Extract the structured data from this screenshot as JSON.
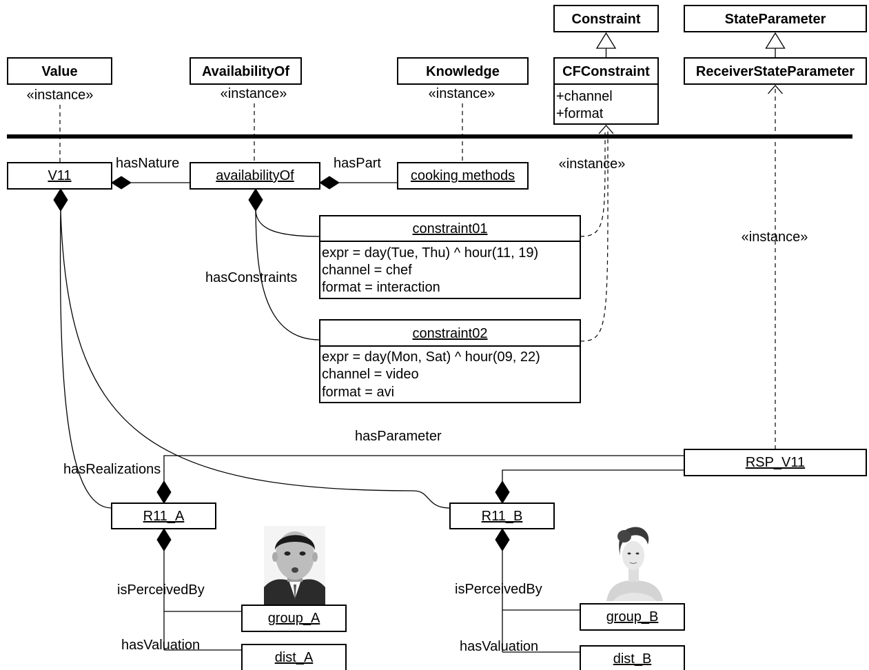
{
  "classes": {
    "value": "Value",
    "availability_of": "AvailabilityOf",
    "knowledge": "Knowledge",
    "constraint": "Constraint",
    "cf_constraint": "CFConstraint",
    "cf_attr_channel": "+channel",
    "cf_attr_format": "+format",
    "state_parameter": "StateParameter",
    "receiver_state_parameter": "ReceiverStateParameter"
  },
  "instances": {
    "v11": "V11",
    "availability_of": "availabilityOf",
    "cooking_methods": "cooking methods",
    "constraint01": {
      "name": "constraint01",
      "expr": "expr = day(Tue, Thu) ^ hour(11, 19)",
      "channel": "channel = chef",
      "format": "format = interaction"
    },
    "constraint02": {
      "name": "constraint02",
      "expr": "expr = day(Mon, Sat) ^ hour(09, 22)",
      "channel": "channel = video",
      "format": "format = avi"
    },
    "rsp_v11": "RSP_V11",
    "r11_a": "R11_A",
    "r11_b": "R11_B",
    "group_a": "group_A",
    "group_b": "group_B",
    "dist_a": "dist_A",
    "dist_b": "dist_B"
  },
  "labels": {
    "instance": "«instance»",
    "has_nature": "hasNature",
    "has_part": "hasPart",
    "has_constraints": "hasConstraints",
    "has_parameter": "hasParameter",
    "has_realizations": "hasRealizations",
    "is_perceived_by": "isPerceivedBy",
    "has_valuation": "hasValuation"
  },
  "icons": {
    "group_a_photo": "man-portrait-photo",
    "group_b_photo": "woman-portrait-photo"
  }
}
